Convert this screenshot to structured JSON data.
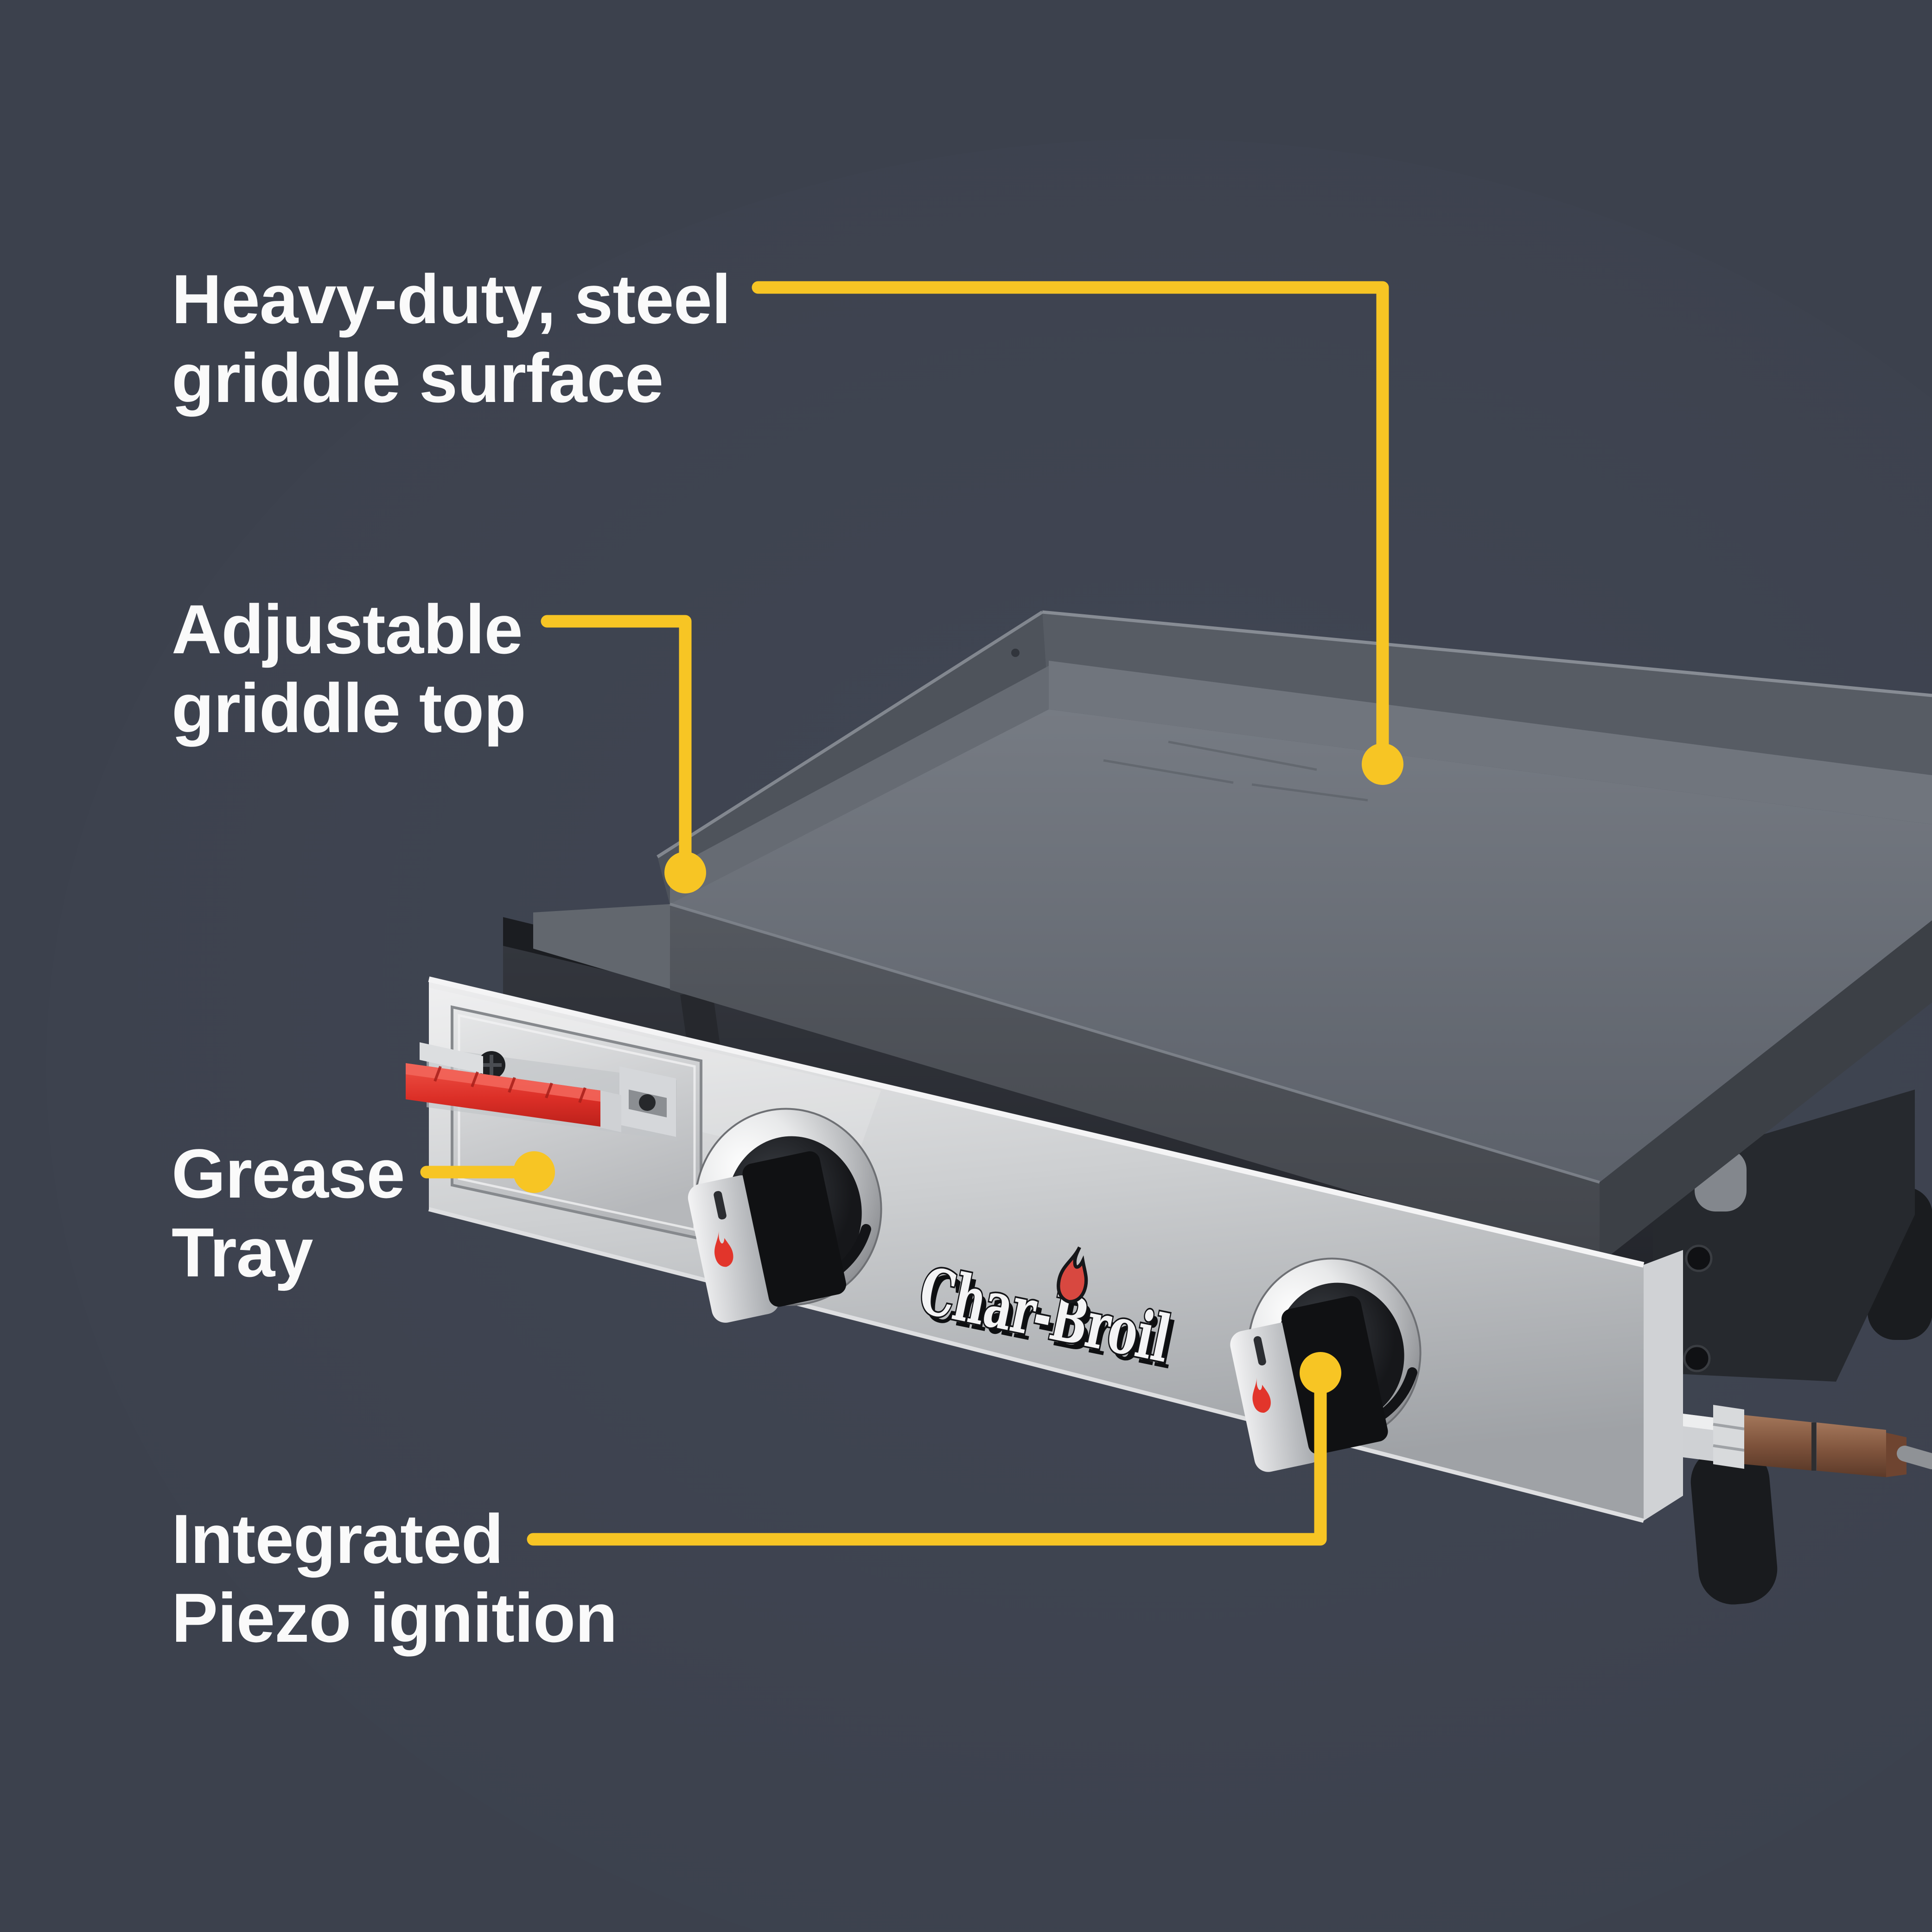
{
  "page": {
    "background_color": "#3C414D",
    "accent_yellow": "#F7C524",
    "text_color": "#FAFAFA"
  },
  "callouts": [
    {
      "id": "griddle-surface",
      "line1": "Heavy-duty, steel",
      "line2": "griddle surface"
    },
    {
      "id": "griddle-top",
      "line1": "Adjustable",
      "line2": "griddle top"
    },
    {
      "id": "grease-tray",
      "line1": "Grease",
      "line2": "Tray"
    },
    {
      "id": "piezo-ignition",
      "line1": "Integrated",
      "line2": "Piezo ignition"
    }
  ],
  "product": {
    "brand": "Char-Broil",
    "colors": {
      "griddle_surface": "#6A7078",
      "control_panel_silver": "#C9CBCE",
      "grease_handle_red": "#DC2F27",
      "copper_fitting": "#8A5B43",
      "knob_chrome": "#D9DADC"
    },
    "icons": {
      "burner_knobs": "flame-icon",
      "brand_logo": "flame-icon"
    }
  }
}
